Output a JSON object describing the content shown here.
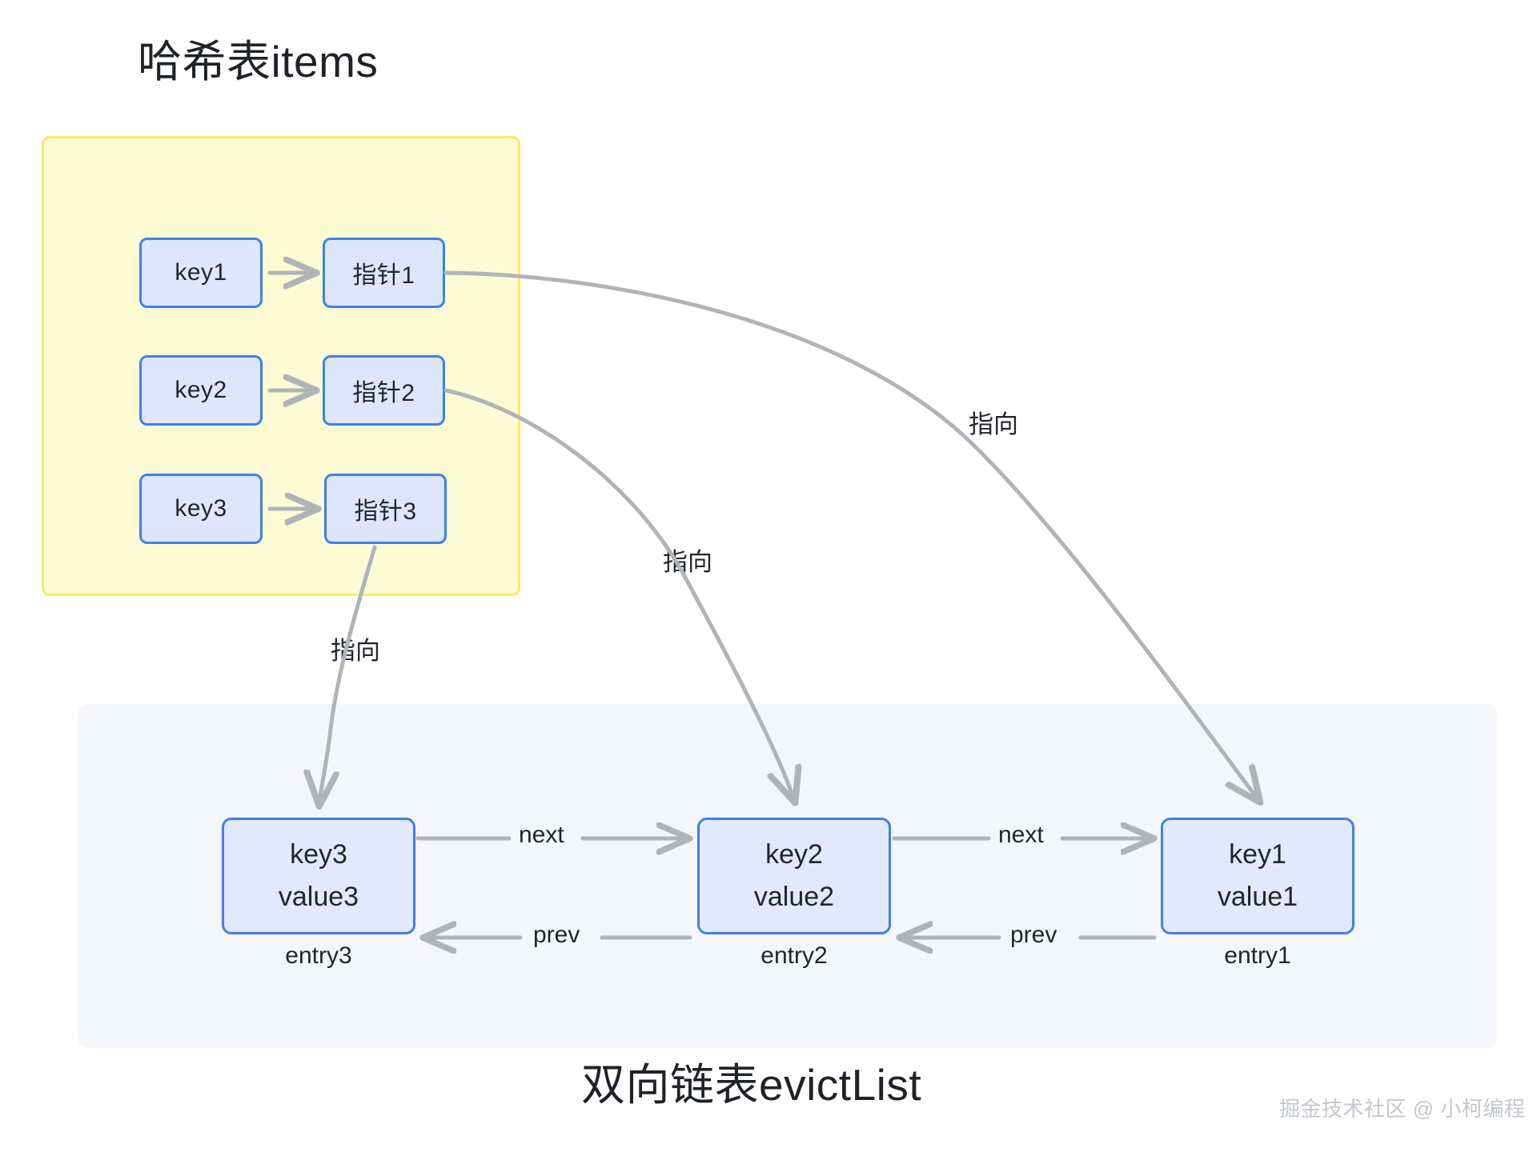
{
  "diagram": {
    "top_title": "哈希表items",
    "bottom_title": "双向链表evictList",
    "watermark": "掘金技术社区 @ 小柯编程",
    "colors": {
      "hash_panel_fill": "#fdfbd4",
      "hash_panel_border": "#ffe866",
      "list_panel_fill": "#f5f6fa",
      "node_fill": "#dfe5fd",
      "node_border": "#4080e8",
      "arrow": "#b0b3b8",
      "text": "#22262b",
      "watermark": "#c3c7cc"
    }
  },
  "hash_table": {
    "rows": [
      {
        "key_label": "key1",
        "pointer_label": "指针1"
      },
      {
        "key_label": "key2",
        "pointer_label": "指针2"
      },
      {
        "key_label": "key3",
        "pointer_label": "指针3"
      }
    ]
  },
  "evict_list": {
    "nodes": [
      {
        "key": "key3",
        "value": "value3",
        "caption": "entry3"
      },
      {
        "key": "key2",
        "value": "value2",
        "caption": "entry2"
      },
      {
        "key": "key1",
        "value": "value1",
        "caption": "entry1"
      }
    ],
    "link_labels": {
      "next_1": "next",
      "next_2": "next",
      "prev_1": "prev",
      "prev_2": "prev"
    }
  },
  "pointer_edges": [
    {
      "label": "指向",
      "from": "指针3",
      "to": "entry3"
    },
    {
      "label": "指向",
      "from": "指针2",
      "to": "entry2"
    },
    {
      "label": "指向",
      "from": "指针1",
      "to": "entry1"
    }
  ]
}
